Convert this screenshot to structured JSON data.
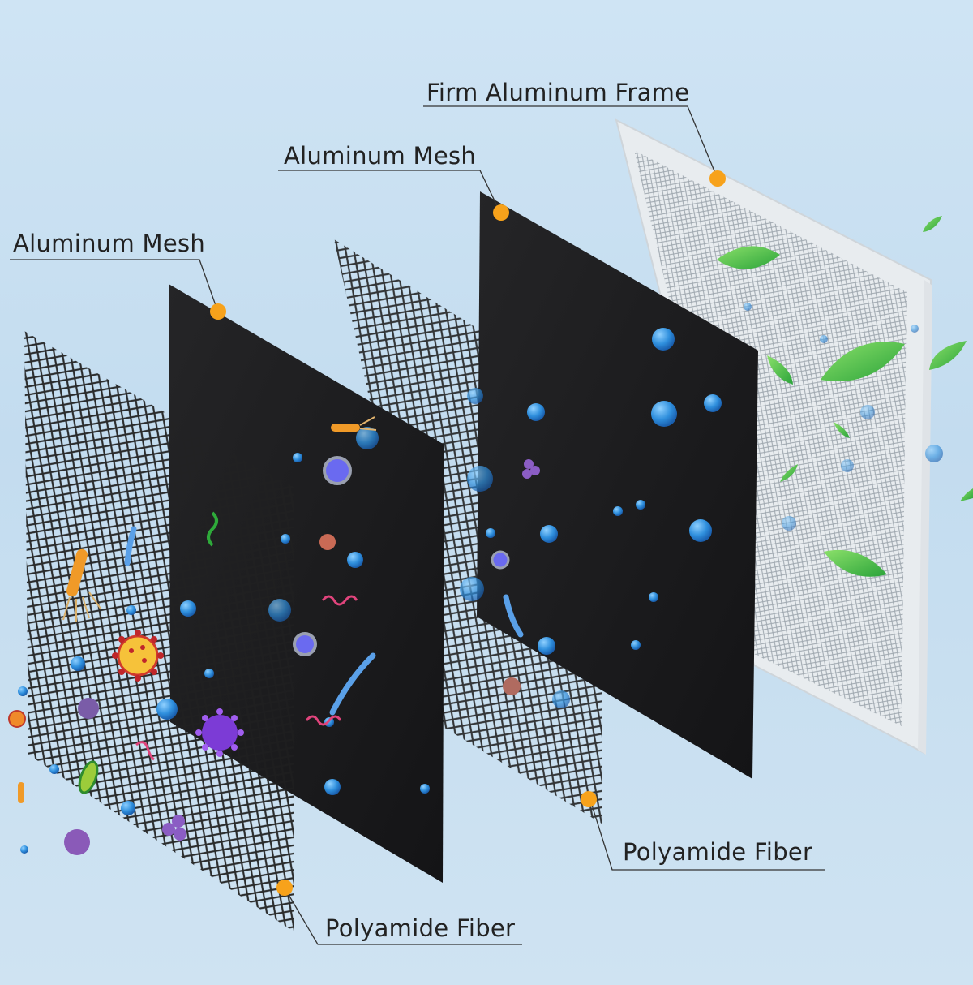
{
  "labels": {
    "frame": "Firm Aluminum Frame",
    "mesh_back": "Aluminum Mesh",
    "mesh_front": "Aluminum Mesh",
    "fiber_back": "Polyamide Fiber",
    "fiber_front": "Polyamide Fiber"
  },
  "colors": {
    "background": "#c8dff0",
    "marker": "#f7a21b",
    "fiber_panel": "#1c1c1e",
    "mesh_line": "#2a2a2a",
    "frame": "#f4f6f8",
    "particle_blue": "#2a86d6",
    "leaf_green": "#45c24a"
  }
}
